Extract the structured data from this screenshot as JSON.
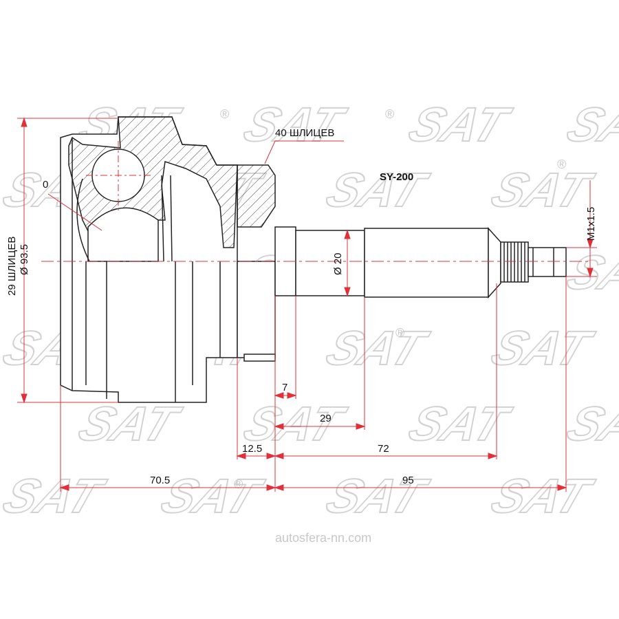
{
  "part_number": "SY-200",
  "watermark": {
    "logo": "SAT",
    "registered": "®",
    "site": "autosfera-nn.com"
  },
  "labels": {
    "outer_splines": "29 ШЛИЦЕВ",
    "outer_diameter": "Ø 93.5",
    "inner_splines": "40 ШЛИЦЕВ",
    "zero": "0",
    "shaft_diameter": "Ø 20",
    "thread": "M1x1.5"
  },
  "dimensions": {
    "d_7": "7",
    "d_29": "29",
    "d_12_5": "12.5",
    "d_72": "72",
    "d_70_5": "70.5",
    "d_95": "95"
  },
  "colors": {
    "dimension_line": "#e0303a",
    "outline": "#222222",
    "watermark": "#d2d2d2"
  }
}
